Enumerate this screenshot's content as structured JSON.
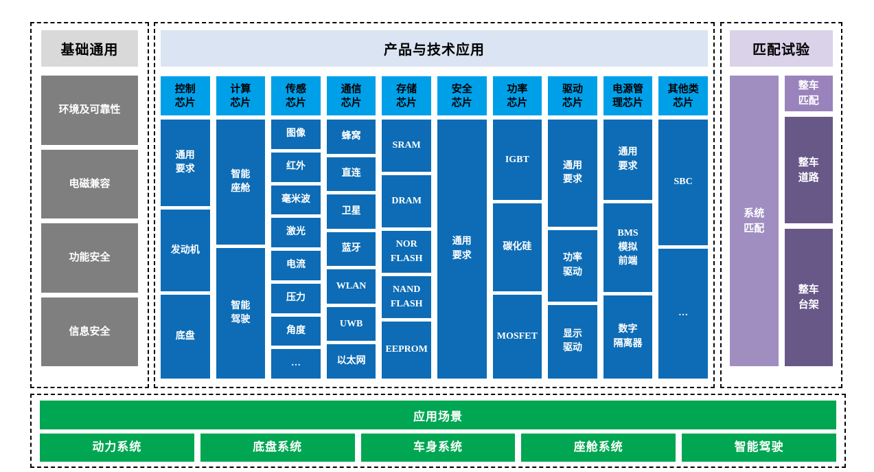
{
  "colors": {
    "chip_blue": "#0D6CB5",
    "chip_cyan": "#00A0E9",
    "product_header_bg": "#DBE4F2",
    "base_header_bg": "#D9D9D9",
    "base_item_bg": "#7F7F7F",
    "match_header_bg": "#D9D2E8",
    "match_system_bg": "#A08EC1",
    "match_vehicle_light": "#9A83BC",
    "match_vehicle_dark": "#685888",
    "app_green": "#00A651"
  },
  "base_section": {
    "title": "基础通用",
    "items": [
      {
        "label": "环境及可靠性"
      },
      {
        "label": "电磁兼容"
      },
      {
        "label": "功能安全"
      },
      {
        "label": "信息安全"
      }
    ]
  },
  "product_section": {
    "title": "产品与技术应用",
    "columns": [
      {
        "header": "控制\n芯片",
        "items": [
          {
            "label": "通用\n要求",
            "flex": 1.04
          },
          {
            "label": "发动机",
            "flex": 0.98
          },
          {
            "label": "底盘",
            "flex": 1
          }
        ]
      },
      {
        "header": "计算\n芯片",
        "items": [
          {
            "label": "智能\n座舱",
            "flex": 0.96
          },
          {
            "label": "智能\n驾驶",
            "flex": 1
          }
        ]
      },
      {
        "header": "传感\n芯片",
        "items": [
          {
            "label": "图像",
            "flex": 1
          },
          {
            "label": "红外",
            "flex": 1
          },
          {
            "label": "毫米波",
            "flex": 1
          },
          {
            "label": "激光",
            "flex": 1
          },
          {
            "label": "电流",
            "flex": 1
          },
          {
            "label": "压力",
            "flex": 1
          },
          {
            "label": "角度",
            "flex": 1
          },
          {
            "label": "…",
            "flex": 1
          }
        ]
      },
      {
        "header": "通信\n芯片",
        "items": [
          {
            "label": "蜂窝",
            "flex": 1
          },
          {
            "label": "直连",
            "flex": 1
          },
          {
            "label": "卫星",
            "flex": 1
          },
          {
            "label": "蓝牙",
            "flex": 1
          },
          {
            "label": "WLAN",
            "flex": 1
          },
          {
            "label": "UWB",
            "flex": 1
          },
          {
            "label": "以太网",
            "flex": 1
          }
        ]
      },
      {
        "header": "存储\n芯片",
        "items": [
          {
            "label": "SRAM",
            "flex": 1.25
          },
          {
            "label": "DRAM",
            "flex": 1.25
          },
          {
            "label": "NOR\nFLASH",
            "flex": 1
          },
          {
            "label": "NAND\nFLASH",
            "flex": 1
          },
          {
            "label": "EEPROM",
            "flex": 1.36
          }
        ]
      },
      {
        "header": "安全\n芯片",
        "items": [
          {
            "label": "通用\n要求",
            "flex": 1
          }
        ]
      },
      {
        "header": "功率\n芯片",
        "items": [
          {
            "label": "IGBT",
            "flex": 0.96
          },
          {
            "label": "碳化硅",
            "flex": 1.04
          },
          {
            "label": "MOSFET",
            "flex": 1
          }
        ]
      },
      {
        "header": "驱动\n芯片",
        "items": [
          {
            "label": "通用\n要求",
            "flex": 1.45
          },
          {
            "label": "功率\n驱动",
            "flex": 0.97
          },
          {
            "label": "显示\n驱动",
            "flex": 1
          }
        ]
      },
      {
        "header": "电源管\n理芯片",
        "items": [
          {
            "label": "通用\n要求",
            "flex": 0.97
          },
          {
            "label": "BMS\n模拟\n前端",
            "flex": 1.07
          },
          {
            "label": "数字\n隔离器",
            "flex": 1
          }
        ]
      },
      {
        "header": "其他类\n芯片",
        "items": [
          {
            "label": "SBC",
            "flex": 0.97
          },
          {
            "label": "…",
            "flex": 1
          }
        ]
      }
    ]
  },
  "matching_section": {
    "title": "匹配试验",
    "left_item": "系统\n匹配",
    "right_items": [
      {
        "label": "整车\n匹配",
        "flex": 0.52,
        "shade": "light"
      },
      {
        "label": "整车\n道路",
        "flex": 1.55,
        "shade": "dark"
      },
      {
        "label": "整车\n台架",
        "flex": 2.0,
        "shade": "dark"
      }
    ]
  },
  "application_section": {
    "title": "应用场景",
    "items": [
      {
        "label": "动力系统"
      },
      {
        "label": "底盘系统"
      },
      {
        "label": "车身系统"
      },
      {
        "label": "座舱系统"
      },
      {
        "label": "智能驾驶"
      }
    ]
  }
}
